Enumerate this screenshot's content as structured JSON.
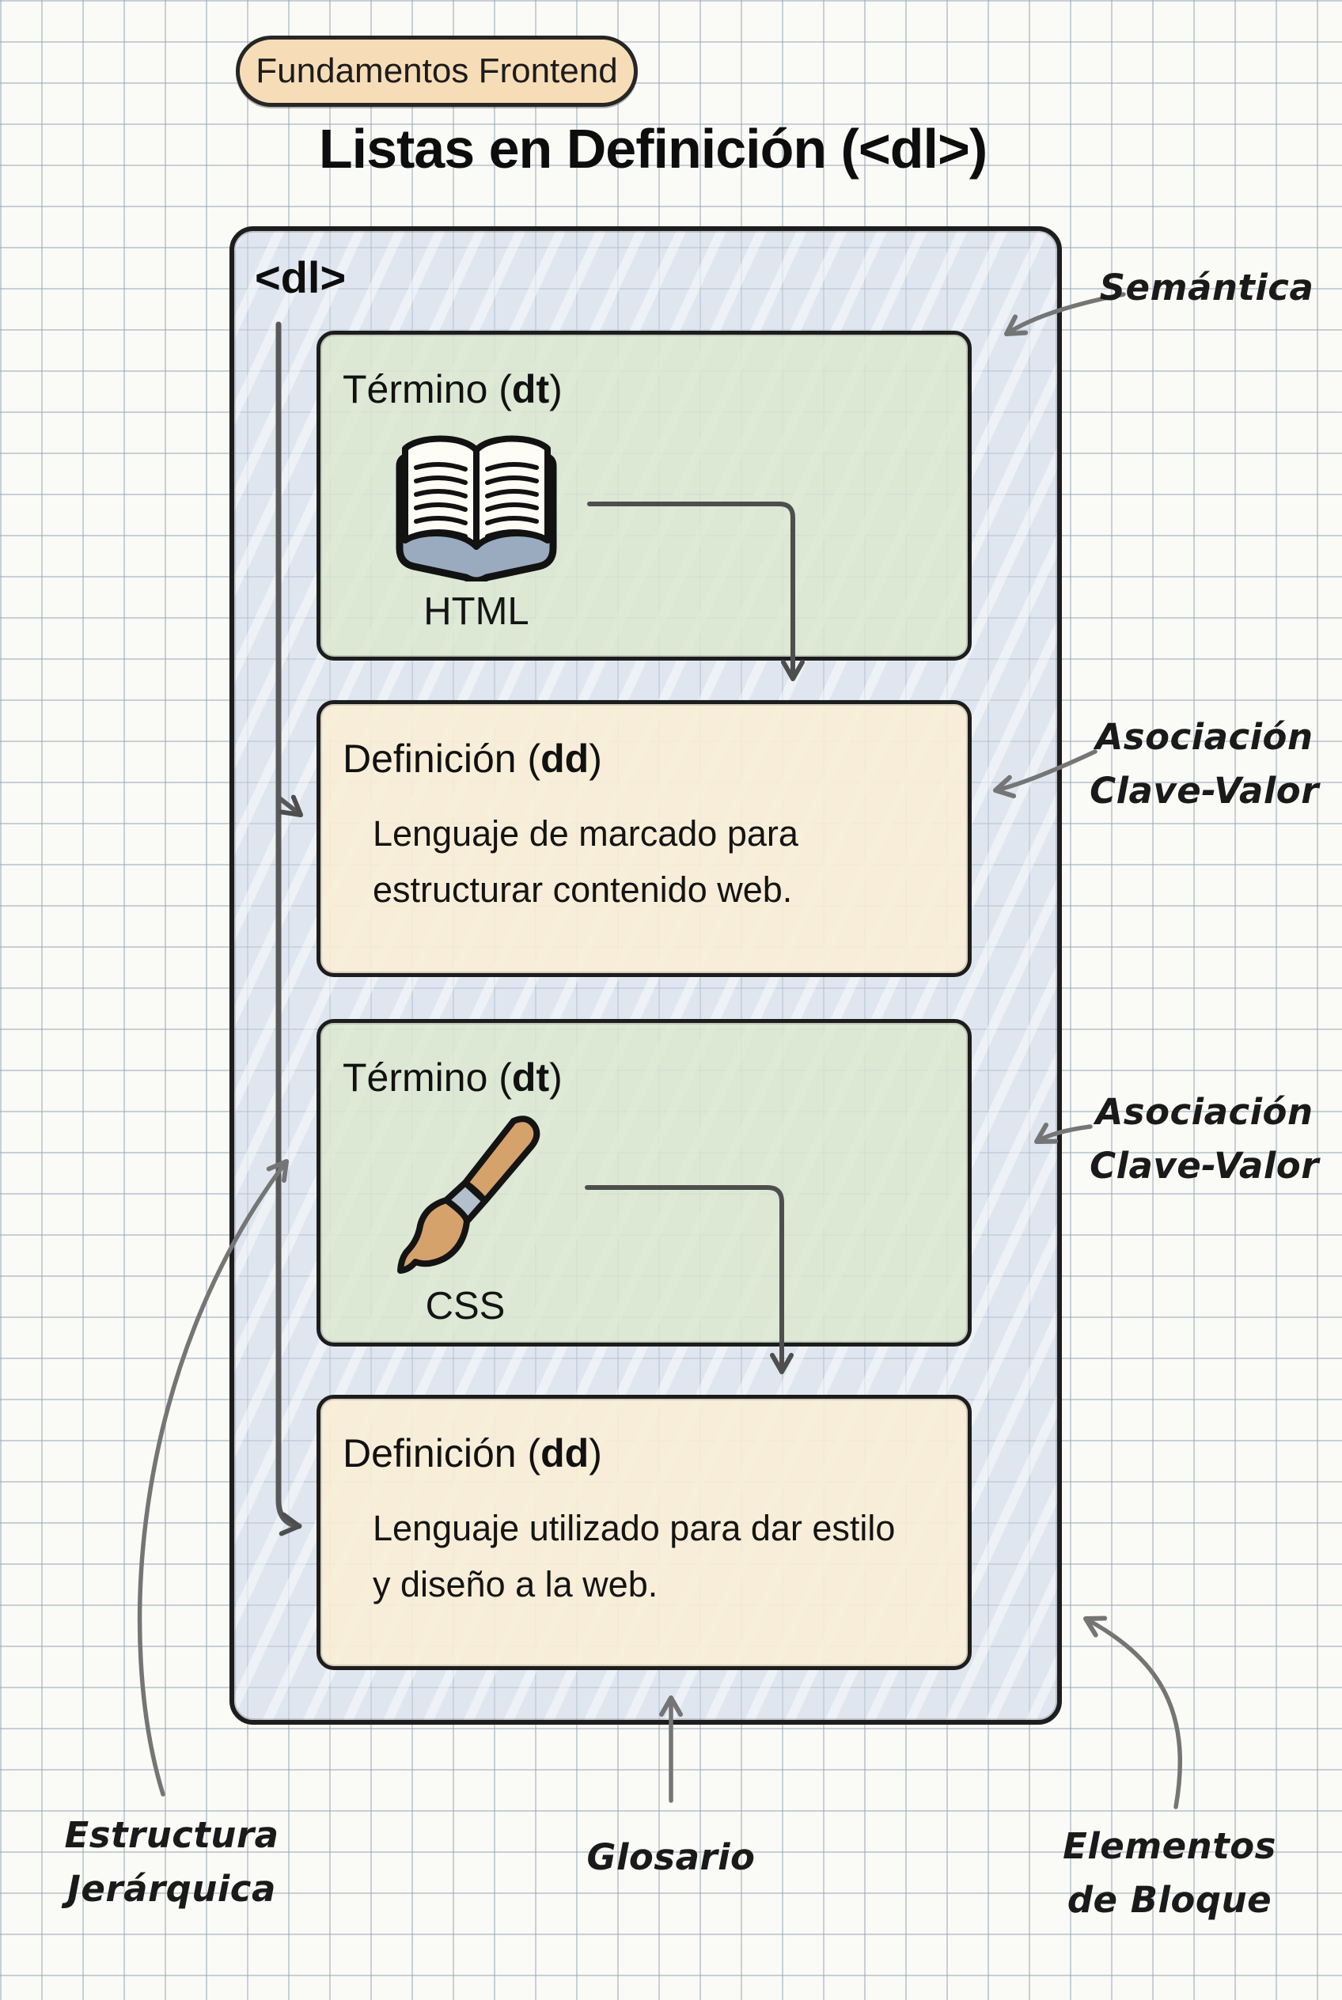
{
  "badge": {
    "label": "Fundamentos Frontend"
  },
  "title": "Listas en Definición (<dl>)",
  "dl_label": "<dl>",
  "entries": [
    {
      "term": {
        "prefix": "Término (",
        "bold": "dt",
        "suffix": ")",
        "icon": "open-book-icon",
        "name": "HTML"
      },
      "definition": {
        "prefix": "Definición (",
        "bold": "dd",
        "suffix": ")",
        "lines": [
          "Lenguaje de marcado para",
          "estructurar contenido web."
        ]
      }
    },
    {
      "term": {
        "prefix": "Término (",
        "bold": "dt",
        "suffix": ")",
        "icon": "paintbrush-icon",
        "name": "CSS"
      },
      "definition": {
        "prefix": "Definición (",
        "bold": "dd",
        "suffix": ")",
        "lines": [
          "Lenguaje utilizado para dar estilo",
          "y diseño a la web."
        ]
      }
    }
  ],
  "annotations": {
    "semantica": {
      "lines": [
        "Semántica"
      ]
    },
    "asociacion_1": {
      "lines": [
        "Asociación",
        "Clave-Valor"
      ]
    },
    "asociacion_2": {
      "lines": [
        "Asociación",
        "Clave-Valor"
      ]
    },
    "estructura": {
      "lines": [
        "Estructura",
        "Jerárquica"
      ]
    },
    "glosario": {
      "lines": [
        "Glosario"
      ]
    },
    "elementos": {
      "lines": [
        "Elementos",
        "de Bloque"
      ]
    }
  },
  "colors": {
    "badge_bg": "#f7ddb7",
    "dl_fill": "#dfe5f1",
    "term_fill": "#e3ecdb",
    "definition_fill": "#f8edd4",
    "border": "#1d1d1d",
    "arrow_dark": "#4e4e4e",
    "arrow_light": "#7a7a7a",
    "grid_line": "#94a5b6",
    "book_cover": "#9aabbf",
    "brush_wood": "#d6a26b",
    "brush_ferrule": "#b3bfca"
  }
}
